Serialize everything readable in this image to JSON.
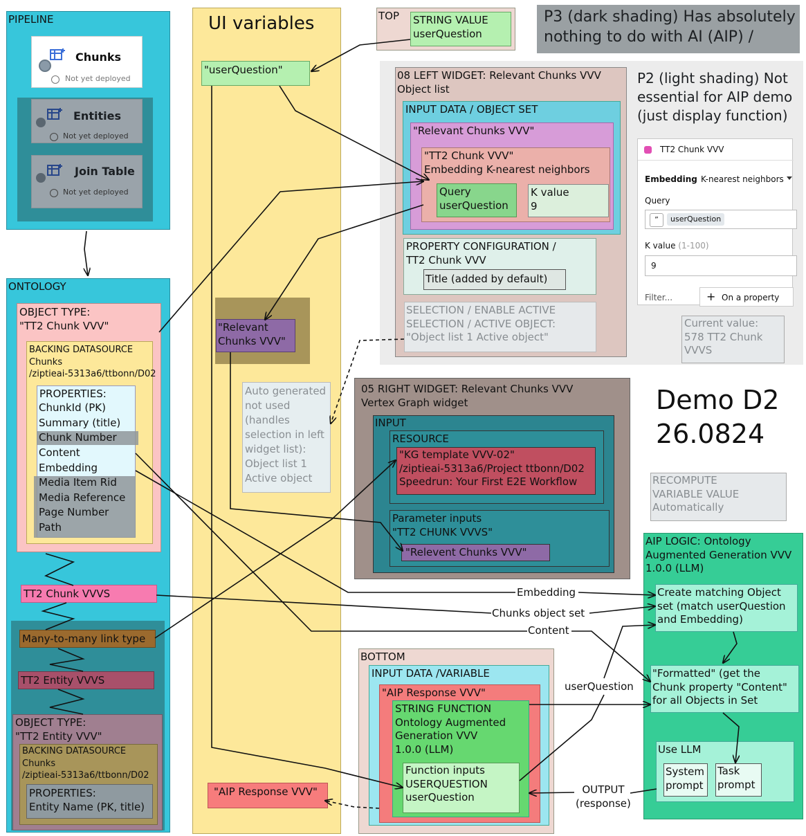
{
  "pipeline": {
    "title": "PIPELINE",
    "cards": [
      {
        "name": "Chunks",
        "status": "Not yet deployed"
      },
      {
        "name": "Entities",
        "status": "Not yet deployed"
      },
      {
        "name": "Join Table",
        "status": "Not yet deployed"
      }
    ]
  },
  "ontology": {
    "title": "ONTOLOGY",
    "object_type_1": "OBJECT TYPE:\n\"TT2 Chunk VVV\"",
    "backing_1": "BACKING DATASOURCE\nChunks\n/ziptieai-5313a6/ttbonn/D02",
    "properties_header": "PROPERTIES:",
    "properties": [
      "ChunkId (PK)",
      "Summary (title)",
      "Chunk Number",
      "Content",
      "Embedding",
      "Media Item Rid",
      "Media Reference",
      "Page Number",
      "Path"
    ],
    "link_chunk": "TT2 Chunk VVVS",
    "link_m2m": "Many-to-many link type",
    "link_entity": "TT2 Entity VVVS",
    "object_type_2": "OBJECT TYPE:\n\"TT2 Entity VVV\"",
    "backing_2": "BACKING DATASOURCE\nChunks\n/ziptieai-5313a6/ttbonn/D02",
    "properties_2": "PROPERTIES:\nEntity Name (PK, title)"
  },
  "ui_vars": {
    "title": "UI variables",
    "user_question": "\"userQuestion\"",
    "relevant_chunks": "\"Relevant\nChunks VVV\"",
    "aip_response": "\"AIP Response VVV\"",
    "auto_note": "Auto generated\nnot used\n(handles\nselection in left\nwidget list):\nObject list 1\nActive object"
  },
  "top": {
    "title": "TOP",
    "string_value": "STRING VALUE\nuserQuestion"
  },
  "p3_note": "P3 (dark shading) Has absolutely\nnothing to do with AI (AIP) /",
  "p2_note": "P2 (light shading) Not\nessential for AIP demo\n(just display function)",
  "left_widget": {
    "title": "08 LEFT WIDGET: Relevant Chunks VVV\nObject list",
    "input_data": "INPUT DATA / OBJECT SET",
    "relevant": "\"Relevant Chunks VVV\"",
    "tt2": "\"TT2 Chunk VVV\"\nEmbedding K-nearest neighbors",
    "query": "Query\nuserQuestion",
    "kvalue": "K value\n9",
    "prop_config": "PROPERTY CONFIGURATION /\nTT2 Chunk VVV",
    "title_default": "Title (added by default)",
    "selection": "SELECTION / ENABLE ACTIVE\nSELECTION / ACTIVE OBJECT:\n\"Object list 1 Active object\""
  },
  "screenshot_panel": {
    "header": "TT2 Chunk VVV",
    "embedding_label": "Embedding",
    "embedding_value": "K-nearest neighbors",
    "query_label": "Query",
    "query_chip": "userQuestion",
    "k_label": "K value",
    "k_range": "(1-100)",
    "k_value": "9",
    "filter": "Filter...",
    "on_property": "On a property"
  },
  "current_value": "Current value:\n578 TT2 Chunk\nVVVS",
  "right_widget": {
    "title": "05 RIGHT WIDGET: Relevant Chunks VVV\nVertex Graph widget",
    "input": "INPUT",
    "resource": "RESOURCE",
    "kg": "\"KG template VVV-02\"\n/ziptieai-5313a6/Project ttbonn/D02\nSpeedrun: Your First E2E Workflow",
    "param": "Parameter inputs\n\"TT2 CHUNK VVVS\"",
    "relevent": "\"Relevent Chunks VVV\""
  },
  "demo": "Demo D2\n26.0824",
  "recompute": "RECOMPUTE\nVARIABLE VALUE\nAutomatically",
  "aip_logic": {
    "title": "AIP LOGIC: Ontology\nAugmented Generation VVV\n1.0.0 (LLM)",
    "create": "Create matching Object\nset (match userQuestion\nand Embedding)",
    "formatted": "\"Formatted\" (get the\nChunk property \"Content\"\nfor all Objects in Set",
    "use_llm": "Use LLM",
    "system": "System\nprompt",
    "task": "Task\nprompt"
  },
  "bottom": {
    "title": "BOTTOM",
    "input_data": "INPUT DATA /VARIABLE",
    "aip_resp": "\"AIP Response VVV\"",
    "string_fn": "STRING FUNCTION\nOntology Augmented\nGeneration VVV\n1.0.0 (LLM)",
    "fn_inputs": "Function inputs\nUSERQUESTION\nuserQuestion"
  },
  "edge_labels": {
    "embedding": "Embedding",
    "chunks_set": "Chunks object set",
    "content": "Content",
    "user_question": "userQuestion",
    "output": "OUTPUT\n(response)"
  },
  "colors": {
    "pipeline_bg": "#37c6db",
    "ui_vars_bg": "#fde89a",
    "aip_bg": "#36cd96"
  }
}
